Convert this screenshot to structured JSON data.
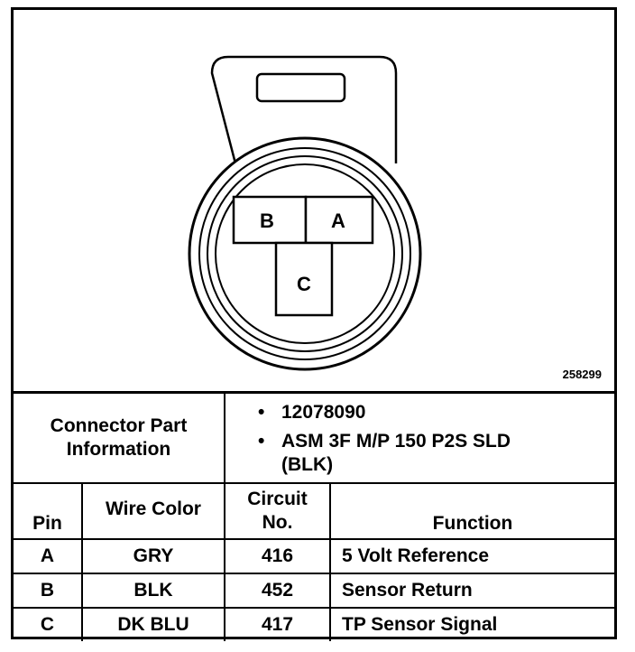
{
  "diagram": {
    "pin_labels": {
      "a": "A",
      "b": "B",
      "c": "C"
    },
    "figure_number": "258299"
  },
  "connector_info": {
    "label": "Connector Part Information",
    "values": [
      "12078090",
      "ASM 3F M/P 150 P2S SLD (BLK)"
    ]
  },
  "table": {
    "headers": {
      "pin": "Pin",
      "wire_color": "Wire Color",
      "circuit": "Circuit No.",
      "function": "Function"
    },
    "rows": [
      {
        "pin": "A",
        "wire_color": "GRY",
        "circuit": "416",
        "function": "5 Volt Reference"
      },
      {
        "pin": "B",
        "wire_color": "BLK",
        "circuit": "452",
        "function": "Sensor Return"
      },
      {
        "pin": "C",
        "wire_color": "DK BLU",
        "circuit": "417",
        "function": "TP Sensor Signal"
      }
    ]
  }
}
